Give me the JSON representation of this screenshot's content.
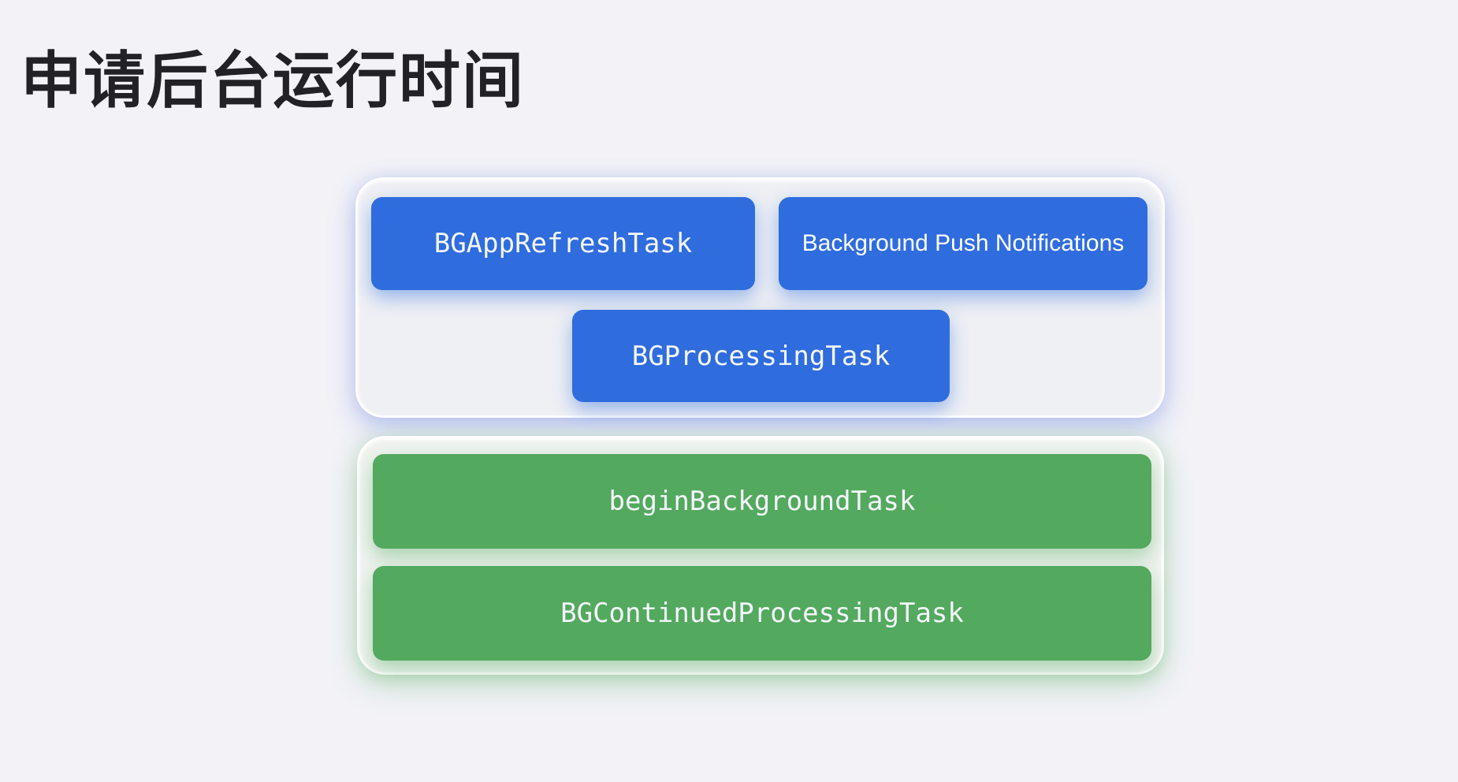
{
  "page": {
    "title": "申请后台运行时间",
    "background_color": "#f2f2f7",
    "title_color": "#212126"
  },
  "colors": {
    "blue_box": "#2f6cde",
    "green_box": "#53a95e",
    "panel_fill": "#eff0f4",
    "blue_glow": "rgba(125,148,228,0.42)",
    "green_glow": "rgba(110,185,120,0.36)",
    "box_text": "#ffffff"
  },
  "api_groups": [
    {
      "name": "scheduled-background-apis",
      "accent": "blue",
      "boxes": [
        {
          "label": "BGAppRefreshTask",
          "style": "code"
        },
        {
          "label": "Background Push Notifications",
          "style": "plain"
        },
        {
          "label": "BGProcessingTask",
          "style": "code"
        }
      ]
    },
    {
      "name": "continued-background-apis",
      "accent": "green",
      "boxes": [
        {
          "label": "beginBackgroundTask",
          "style": "code"
        },
        {
          "label": "BGContinuedProcessingTask",
          "style": "code"
        }
      ]
    }
  ]
}
